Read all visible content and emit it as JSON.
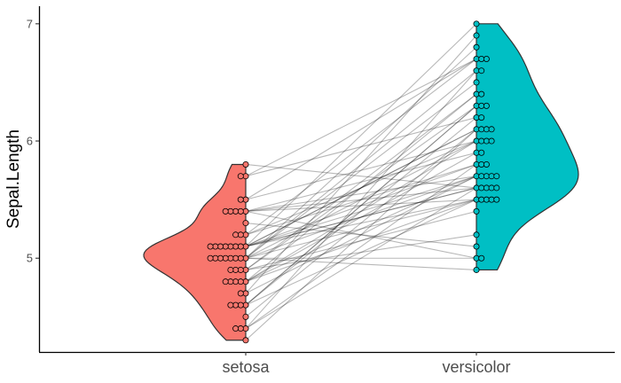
{
  "chart_data": {
    "type": "violin-dotplot",
    "title": "",
    "xlabel": "",
    "ylabel": "Sepal.Length",
    "ylim": [
      4.2,
      7.15
    ],
    "yticks": [
      5,
      6,
      7
    ],
    "categories": [
      "setosa",
      "versicolor"
    ],
    "grid": false,
    "legend": "none",
    "colors": {
      "setosa": "#F8766D",
      "versicolor": "#00BFC4",
      "line": "#000000"
    },
    "series": [
      {
        "name": "setosa",
        "values": [
          5.1,
          4.9,
          4.7,
          4.6,
          5.0,
          5.4,
          4.6,
          5.0,
          4.4,
          4.9,
          5.4,
          4.8,
          4.8,
          4.3,
          5.8,
          5.7,
          5.4,
          5.1,
          5.7,
          5.1,
          5.4,
          5.1,
          4.6,
          5.1,
          4.8,
          5.0,
          5.0,
          5.2,
          5.2,
          4.7,
          4.8,
          5.4,
          5.2,
          5.5,
          4.9,
          5.0,
          5.5,
          4.9,
          4.4,
          5.1,
          5.0,
          4.5,
          4.4,
          5.0,
          5.1,
          4.8,
          5.1,
          4.6,
          5.3,
          5.0
        ]
      },
      {
        "name": "versicolor",
        "values": [
          7.0,
          6.4,
          6.9,
          5.5,
          6.5,
          5.7,
          6.3,
          4.9,
          6.6,
          5.2,
          5.0,
          5.9,
          6.0,
          6.1,
          5.6,
          6.7,
          5.6,
          5.8,
          6.2,
          5.6,
          5.9,
          6.1,
          6.3,
          6.1,
          6.4,
          6.6,
          6.8,
          6.7,
          6.0,
          5.7,
          5.5,
          5.5,
          5.8,
          6.0,
          5.4,
          6.0,
          6.7,
          6.3,
          5.6,
          5.5,
          5.5,
          6.1,
          5.8,
          5.0,
          5.6,
          5.7,
          5.7,
          6.2,
          5.1,
          5.7
        ]
      }
    ]
  }
}
